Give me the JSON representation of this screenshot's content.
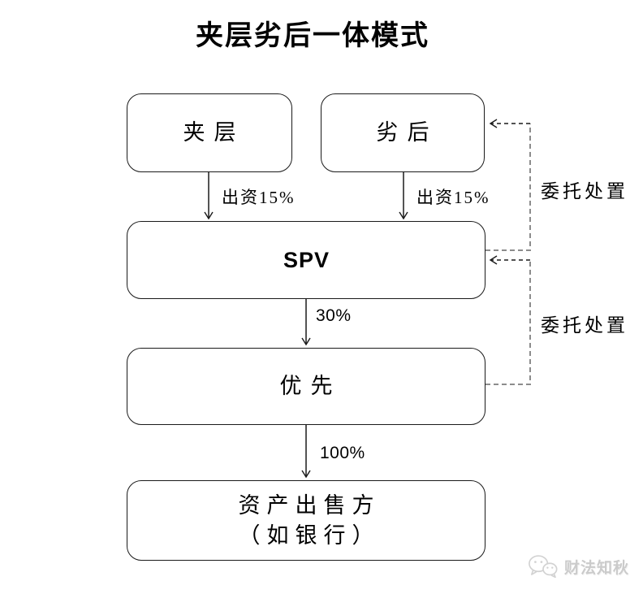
{
  "title": "夹层劣后一体模式",
  "diagram": {
    "nodes": {
      "mezzanine": {
        "label": "夹层"
      },
      "subordinate": {
        "label": "劣后"
      },
      "spv": {
        "label": "SPV"
      },
      "senior": {
        "label": "优先"
      },
      "seller": {
        "line1": "资产出售方",
        "line2": "（如银行）"
      }
    },
    "edges": {
      "mezzanine_to_spv": {
        "label": "出资15%",
        "type": "solid-arrow"
      },
      "subordinate_to_spv": {
        "label": "出资15%",
        "type": "solid-arrow"
      },
      "spv_to_senior": {
        "label": "30%",
        "type": "solid-arrow"
      },
      "senior_to_seller": {
        "label": "100%",
        "type": "solid-arrow"
      },
      "spv_to_subordinate": {
        "label": "委托处置",
        "type": "dashed-arrow"
      },
      "senior_to_spv": {
        "label": "委托处置",
        "type": "dashed-arrow"
      }
    }
  },
  "watermark": {
    "text": "财法知秋",
    "icon": "wechat-logo"
  },
  "colors": {
    "line": "#1a1a1a",
    "dashed_gray": "#8c8c8c",
    "watermark_text": "#cbcbcb",
    "background": "#ffffff"
  }
}
